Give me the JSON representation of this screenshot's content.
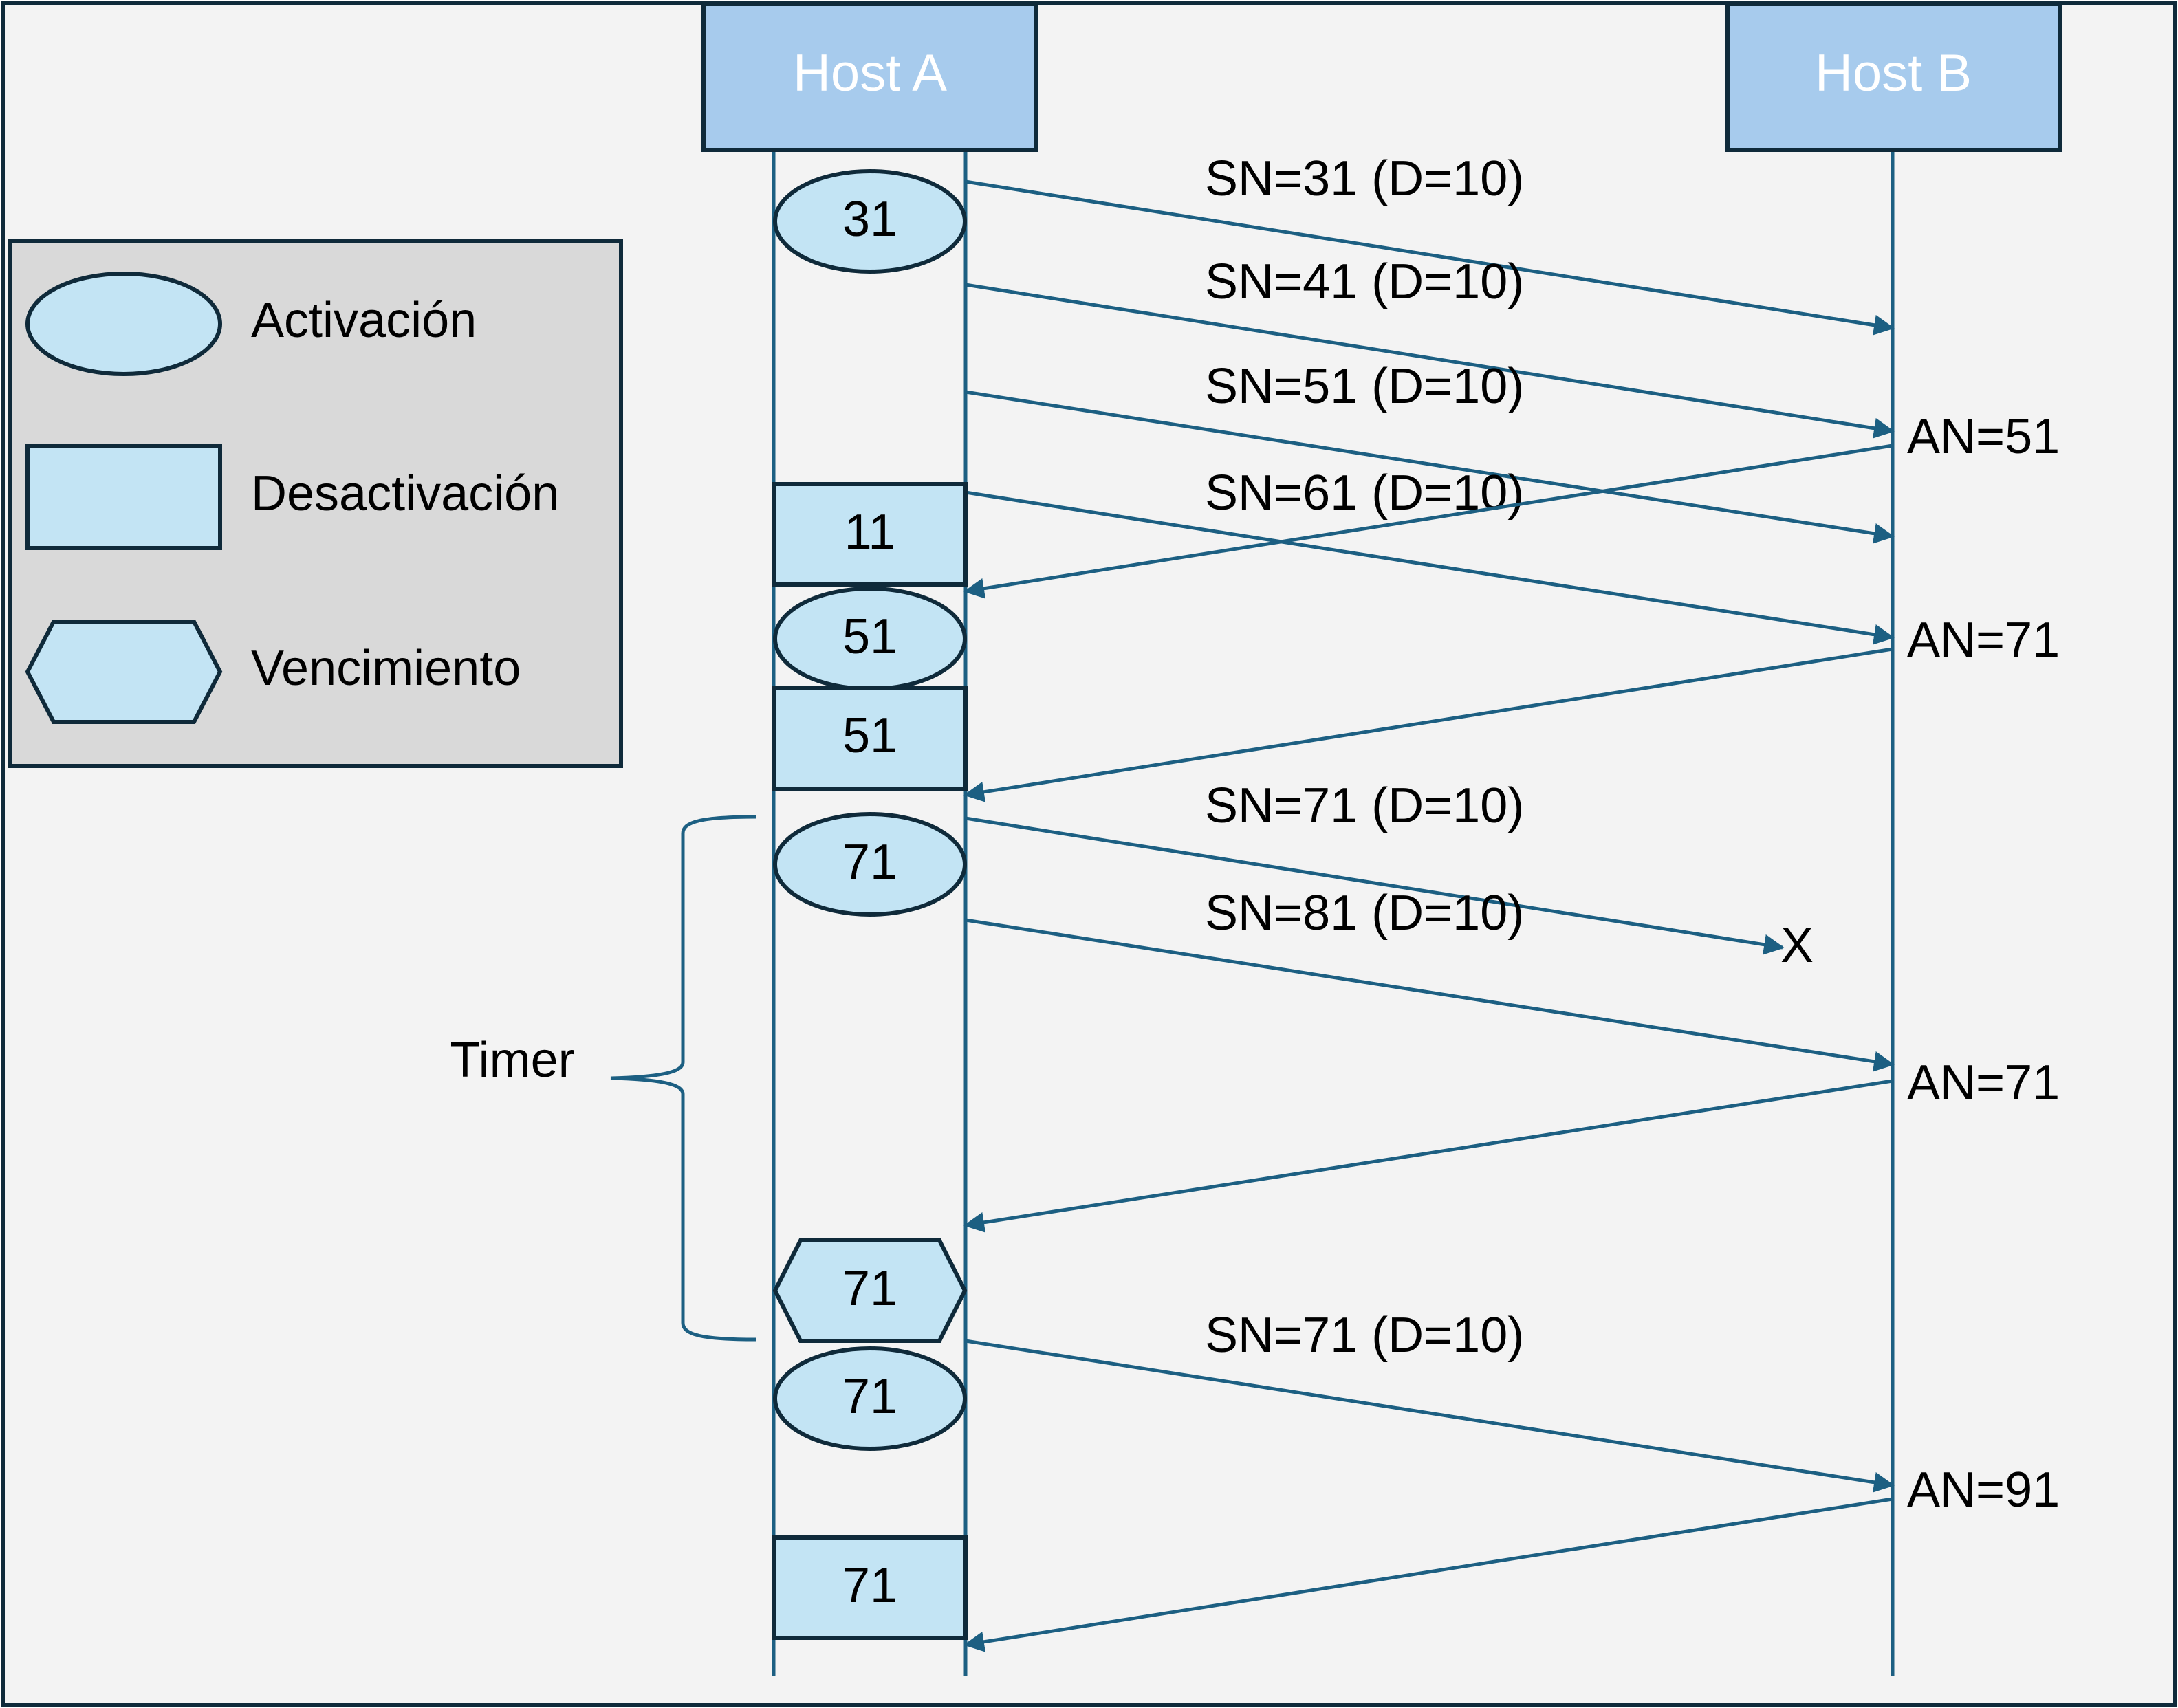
{
  "colors": {
    "background": "#f3f3f3",
    "frame": "#0f2a3a",
    "line": "#1c5f82",
    "shape_fill": "#c3e4f4",
    "host_fill": "#a7cbed",
    "legend_fill": "#d9d9d9",
    "text": "#000000",
    "host_text": "#ffffff"
  },
  "hosts": {
    "a": "Host A",
    "b": "Host B"
  },
  "legend": {
    "activation": {
      "label": "Activación",
      "icon": "ellipse"
    },
    "deactivation": {
      "label": "Desactivación",
      "icon": "rectangle"
    },
    "expiry": {
      "label": "Vencimiento",
      "icon": "hexagon"
    }
  },
  "timer": {
    "label": "Timer"
  },
  "events": [
    {
      "kind": "activation",
      "seq": "31"
    },
    {
      "kind": "deactivation",
      "seq": "11"
    },
    {
      "kind": "activation",
      "seq": "51"
    },
    {
      "kind": "deactivation",
      "seq": "51"
    },
    {
      "kind": "activation",
      "seq": "71"
    },
    {
      "kind": "expiry",
      "seq": "71"
    },
    {
      "kind": "activation",
      "seq": "71"
    },
    {
      "kind": "deactivation",
      "seq": "71"
    }
  ],
  "messages": [
    {
      "direction": "A-to-B",
      "label": "SN=31 (D=10)"
    },
    {
      "direction": "A-to-B",
      "label": "SN=41 (D=10)"
    },
    {
      "direction": "A-to-B",
      "label": "SN=51 (D=10)"
    },
    {
      "direction": "A-to-B",
      "label": "SN=61 (D=10)"
    },
    {
      "direction": "A-to-B",
      "label": "SN=71 (D=10)",
      "lost": true,
      "lost_mark": "X"
    },
    {
      "direction": "A-to-B",
      "label": "SN=81 (D=10)"
    },
    {
      "direction": "A-to-B",
      "label": "SN=71 (D=10)"
    }
  ],
  "acks": [
    {
      "direction": "B-to-A",
      "label": "AN=51"
    },
    {
      "direction": "B-to-A",
      "label": "AN=71"
    },
    {
      "direction": "B-to-A",
      "label": "AN=71"
    },
    {
      "direction": "B-to-A",
      "label": "AN=91"
    }
  ]
}
